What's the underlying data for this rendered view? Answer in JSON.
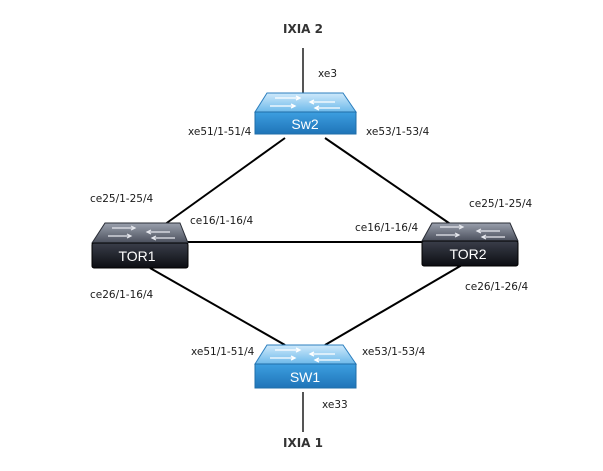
{
  "ixia": {
    "top": "IXIA 2",
    "bottom": "IXIA 1"
  },
  "devices": {
    "sw2": "Sw2",
    "sw1": "SW1",
    "tor1": "TOR1",
    "tor2": "TOR2"
  },
  "ports": {
    "sw2_uplink": "xe3",
    "sw2_to_tor1": "xe51/1-51/4",
    "sw2_to_tor2": "xe53/1-53/4",
    "tor1_to_sw2": "ce25/1-25/4",
    "tor1_to_tor2": "ce16/1-16/4",
    "tor1_to_sw1": "ce26/1-16/4",
    "tor2_to_sw2": "ce25/1-25/4",
    "tor2_to_tor1": "ce16/1-16/4",
    "tor2_to_sw1": "ce26/1-26/4",
    "sw1_to_tor1": "xe51/1-51/4",
    "sw1_to_tor2": "xe53/1-53/4",
    "sw1_uplink": "xe33"
  },
  "colors": {
    "blue_switch": "#3a9ad9",
    "dark_switch": "#2a2d3a",
    "link": "#000000"
  }
}
